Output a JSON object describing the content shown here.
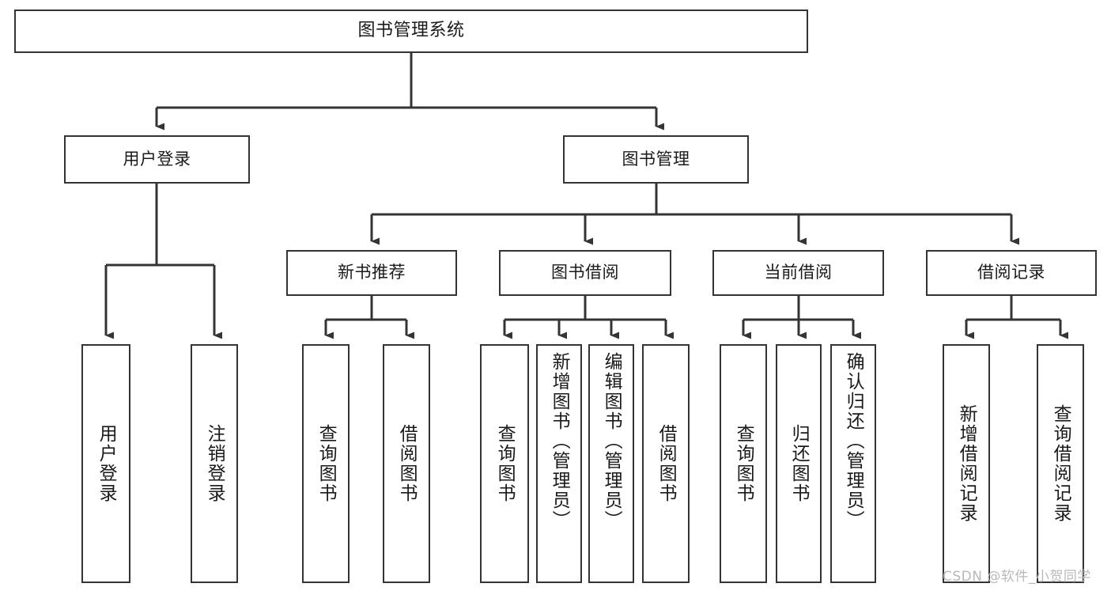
{
  "diagram": {
    "title": "图书管理系统",
    "type": "tree-hierarchy",
    "theme": {
      "background": "#ffffff",
      "border": "#343434",
      "text": "#1a1a1a",
      "watermark": "#b9b9b9"
    },
    "root": {
      "label": "图书管理系统"
    },
    "level2": [
      {
        "label": "用户登录"
      },
      {
        "label": "图书管理"
      }
    ],
    "level3": [
      {
        "label": "新书推荐"
      },
      {
        "label": "图书借阅"
      },
      {
        "label": "当前借阅"
      },
      {
        "label": "借阅记录"
      }
    ],
    "leaves": {
      "user_login": [
        {
          "label": "用户登录"
        },
        {
          "label": "注销登录"
        }
      ],
      "new_book": [
        {
          "label": "查询图书"
        },
        {
          "label": "借阅图书"
        }
      ],
      "borrow_book": [
        {
          "label": "查询图书"
        },
        {
          "label": "新增图书（管理员）"
        },
        {
          "label": "编辑图书（管理员）"
        },
        {
          "label": "借阅图书"
        }
      ],
      "current_borrow": [
        {
          "label": "查询图书"
        },
        {
          "label": "归还图书"
        },
        {
          "label": "确认归还（管理员）"
        }
      ],
      "borrow_record": [
        {
          "label": "新增借阅记录"
        },
        {
          "label": "查询借阅记录"
        }
      ]
    }
  },
  "watermark": {
    "text": "CSDN @软件_小贺同学"
  }
}
